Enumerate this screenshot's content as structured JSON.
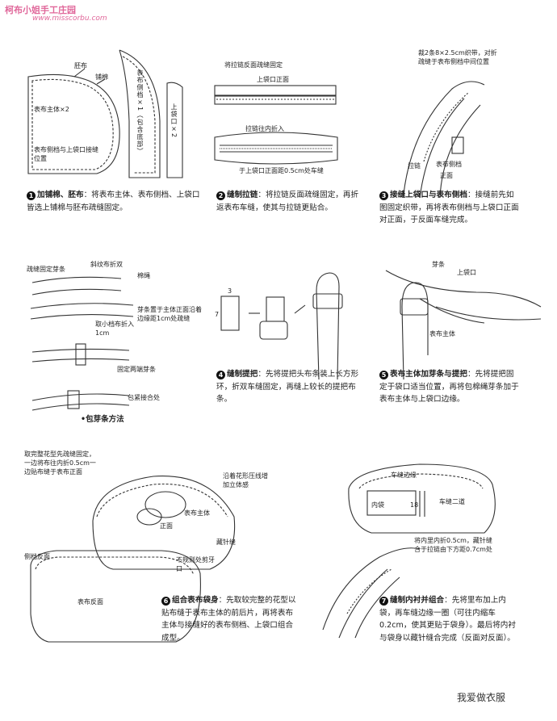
{
  "header": {
    "logo_text": "柯布小姐手工庄园",
    "url": "www.misscorbu.com"
  },
  "watermark": "我爱做衣服",
  "fig1": {
    "labels": [
      "胚布",
      "铺棉",
      "表布主体×2",
      "表布侧档与上袋口接缝位置"
    ],
    "vertical_1": "表布侧档×1（包含底部）",
    "vertical_2": "上袋口×2"
  },
  "fig2": {
    "labels": [
      "将拉链反面疏缝固定",
      "上袋口正面",
      "拉链往内折入",
      "于上袋口正面距0.5cm处车缝"
    ]
  },
  "fig3": {
    "labels": [
      "裁2条8×2.5cm织带，对折疏缝于表布侧档中间位置",
      "拉链",
      "表布侧档",
      "正面"
    ]
  },
  "fig_piping": {
    "labels": [
      "疏缝固定芽条",
      "斜纹布折双",
      "棉绳",
      "芽条置于主体正面沿着边缘距1cm处疏缝",
      "取小档布折入1cm",
      "固定两端芽条",
      "包紧接合处"
    ],
    "title": "•包芽条方法"
  },
  "fig4": {
    "labels": [
      "3",
      "7"
    ]
  },
  "fig5": {
    "labels": [
      "芽条",
      "上袋口",
      "表布主体"
    ]
  },
  "fig6": {
    "labels": [
      "取完整花型先疏缝固定，一边将布往内折0.5cm一边贴布缝于表布正面",
      "沿着花形压线增加立体感",
      "正面",
      "表布主体",
      "藏针缝",
      "不规则处剪牙口",
      "侧档反面",
      "表布反面"
    ]
  },
  "fig7": {
    "labels": [
      "车缝边缘",
      "内袋",
      "18",
      "车缝二道",
      "将内里内折0.5cm，藏针缝合于拉链由下方距0.7cm处"
    ]
  },
  "steps": [
    {
      "num": "1",
      "title": "加铺棉、胚布",
      "text": "：将表布主体、表布侧档、上袋口皆选上铺棉与胚布疏缝固定。"
    },
    {
      "num": "2",
      "title": "缝制拉链",
      "text": "：将拉链反面疏缝固定，再折返表布车缝，使其与拉链更贴合。"
    },
    {
      "num": "3",
      "title": "接缝上袋口与表布侧档",
      "text": "：接缝前先如图固定织带，再将表布侧档与上袋口正面对正面，于反面车缝完成。"
    },
    {
      "num": "4",
      "title": "缝制提把",
      "text": "：先将提把头布条装上长方形环，折双车缝固定，再缝上较长的提把布条。"
    },
    {
      "num": "5",
      "title": "表布主体加芽条与提把",
      "text": "：先将提把固定于袋口适当位置，再将包棉绳芽条加于表布主体与上袋口边缘。"
    },
    {
      "num": "6",
      "title": "组合表布袋身",
      "text": "：先取较完整的花型以贴布缝于表布主体的前后片，再将表布主体与接缝好的表布侧档、上袋口组合成型。"
    },
    {
      "num": "7",
      "title": "缝制内衬并组合",
      "text": "：先将里布加上内袋，再车缝边缘一圈（可往内缩车0.2cm，使其更贴于袋身）。最后将内衬与袋身以藏针缝合完成（反面对反面）。"
    }
  ]
}
